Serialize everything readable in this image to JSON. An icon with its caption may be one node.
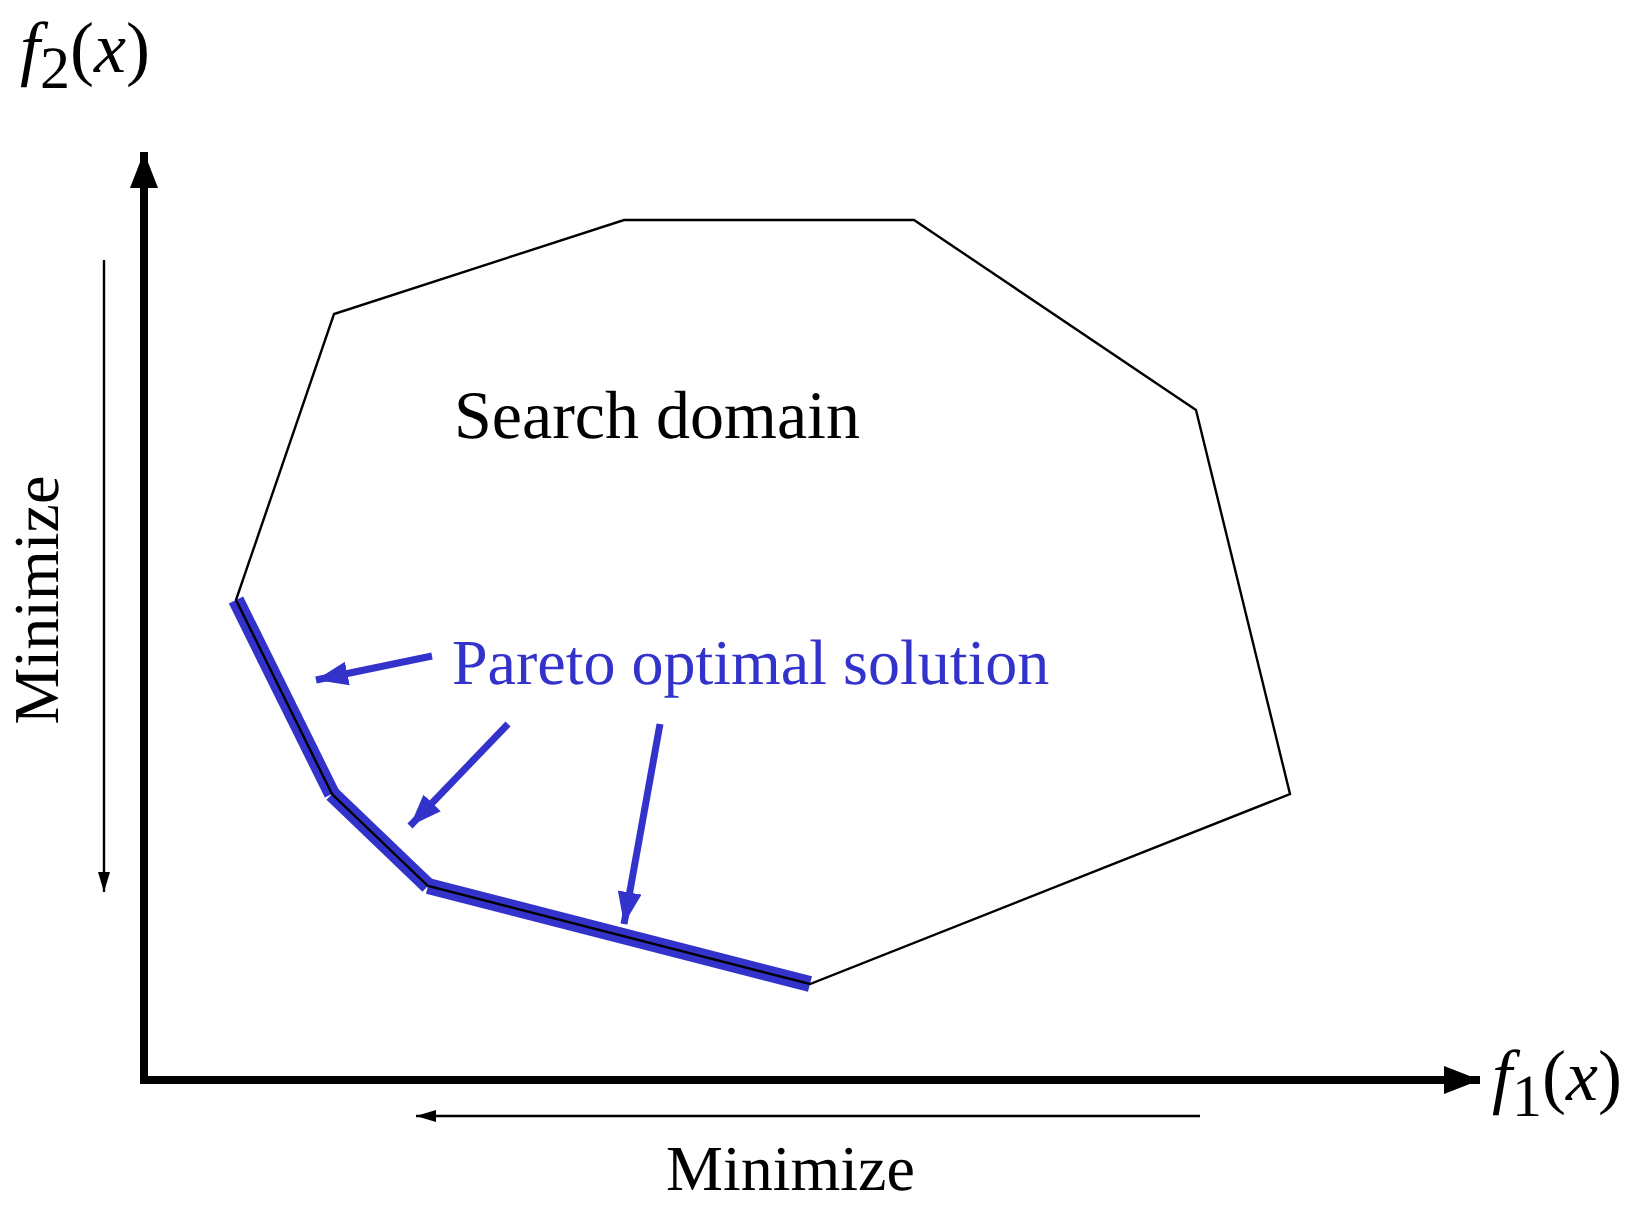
{
  "diagram": {
    "nodes": [
      {
        "text": [
          "Search domain"
        ]
      },
      {
        "text": [
          "Pareto optimal solution"
        ],
        "in": 0
      },
      {
        "text": [],
        "shape": "line"
      },
      {
        "text": [],
        "shape": "line"
      },
      {
        "text": [],
        "shape": "line"
      }
    ],
    "edges": [
      {
        "from": 1,
        "to": 2,
        "arrow": "to"
      },
      {
        "from": 1,
        "to": 3,
        "arrow": "to"
      },
      {
        "from": 1,
        "to": 4,
        "arrow": "to"
      }
    ],
    "labels": [
      "*f*$_{2}$(*x*)",
      "Minimize",
      "*f*$_{1}$(*x*)",
      "Minimize"
    ]
  }
}
